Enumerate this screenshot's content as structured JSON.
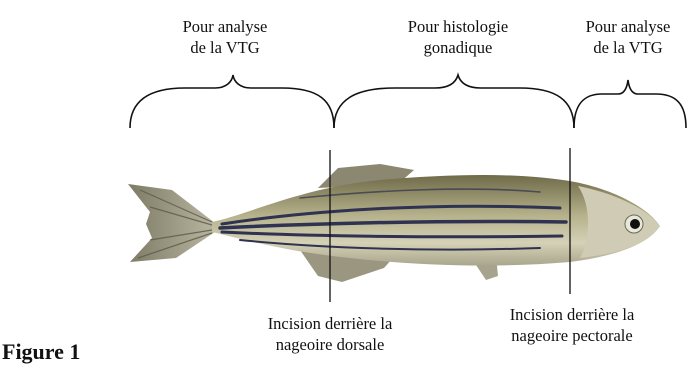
{
  "figure_label": "Figure 1",
  "sections": [
    {
      "line1": "Pour analyse",
      "line2": "de la VTG"
    },
    {
      "line1": "Pour histologie",
      "line2": "gonadique"
    },
    {
      "line1": "Pour analyse",
      "line2": "de la VTG"
    }
  ],
  "incisions": [
    {
      "line1": "Incision derrière la",
      "line2": "nageoire dorsale"
    },
    {
      "line1": "Incision derrière la",
      "line2": "nageoire pectorale"
    }
  ]
}
